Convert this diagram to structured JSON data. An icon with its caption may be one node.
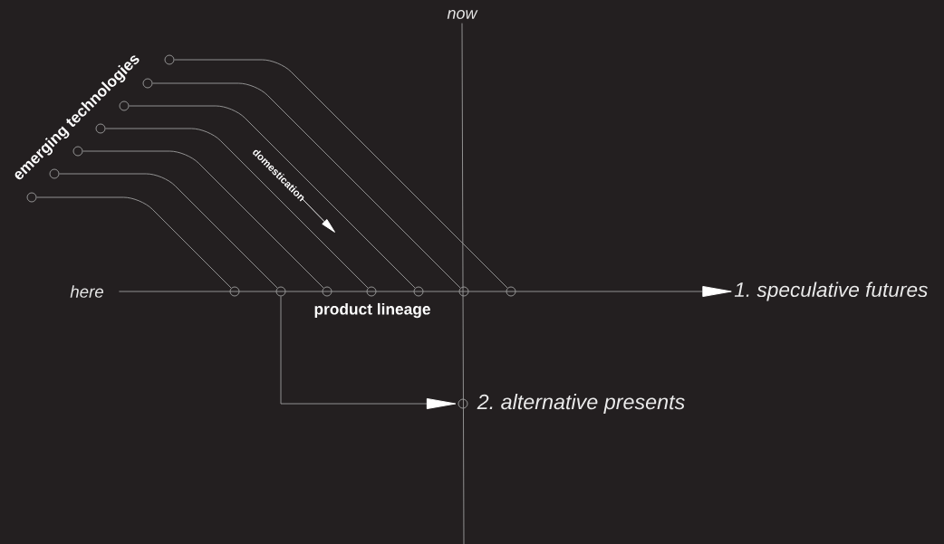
{
  "diagram": {
    "nodes": [
      {
        "text": [
          "now"
        ]
      },
      {
        "text": [],
        "shape": "circle"
      },
      {
        "text": [],
        "shape": "circle"
      },
      {
        "text": [],
        "shape": "circle"
      },
      {
        "text": [],
        "shape": "circle"
      },
      {
        "text": [],
        "shape": "circle"
      },
      {
        "text": [],
        "shape": "circle"
      },
      {
        "text": [],
        "shape": "circle"
      },
      {
        "text": [
          "here"
        ]
      },
      {
        "text": [],
        "shape": "circle"
      },
      {
        "text": [],
        "shape": "circle"
      },
      {
        "text": [],
        "shape": "circle"
      },
      {
        "text": [],
        "shape": "circle"
      },
      {
        "text": [],
        "shape": "circle"
      },
      {
        "text": [],
        "shape": "circle"
      },
      {
        "text": [],
        "shape": "circle"
      },
      {
        "text": [
          "1. speculative futures"
        ]
      },
      {
        "text": [],
        "shape": "circle",
        "beside": [
          "2. alternative presents"
        ]
      }
    ],
    "edges": [
      {
        "from": 1,
        "to": 15,
        "arrow": "none"
      },
      {
        "from": 2,
        "to": 14,
        "arrow": "none"
      },
      {
        "from": 3,
        "to": 13,
        "arrow": "none"
      },
      {
        "from": 4,
        "to": 12,
        "arrow": "none"
      },
      {
        "from": 5,
        "to": 11,
        "arrow": "none"
      },
      {
        "from": 6,
        "to": 10,
        "arrow": "none"
      },
      {
        "from": 7,
        "to": 9,
        "arrow": "none"
      },
      {
        "from": 8,
        "to": 16,
        "arrow": "to"
      },
      {
        "from": 0,
        "to": null,
        "arrow": "none"
      },
      {
        "from": 10,
        "to": 17,
        "arrow": "to"
      }
    ],
    "labels": [
      "emerging technologies",
      "domestication",
      "product lineage"
    ]
  }
}
